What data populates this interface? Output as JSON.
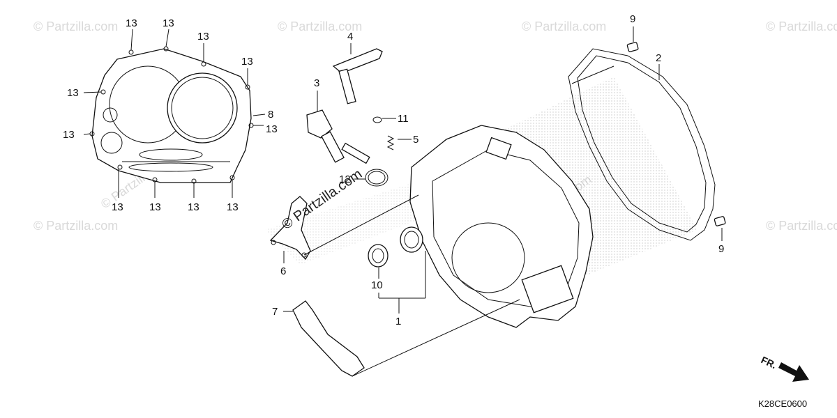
{
  "watermark": {
    "text": "© Partzilla.com",
    "center_text": "© Partzilla.com"
  },
  "diagram_code": "K28CE0600",
  "front_label": "FR.",
  "callouts": {
    "c1": "1",
    "c2": "2",
    "c3": "3",
    "c4": "4",
    "c5": "5",
    "c6": "6",
    "c7": "7",
    "c8": "8",
    "c9a": "9",
    "c9b": "9",
    "c10": "10",
    "c11": "11",
    "c12": "12",
    "c13_a": "13",
    "c13_b": "13",
    "c13_c": "13",
    "c13_d": "13",
    "c13_e": "13",
    "c13_f": "13",
    "c13_g": "13",
    "c13_h": "13",
    "c13_i": "13",
    "c13_j": "13",
    "c13_k": "13"
  },
  "colors": {
    "ink": "#111111",
    "watermark": "#d9d9d9",
    "stipple": "#9a9a9a"
  }
}
